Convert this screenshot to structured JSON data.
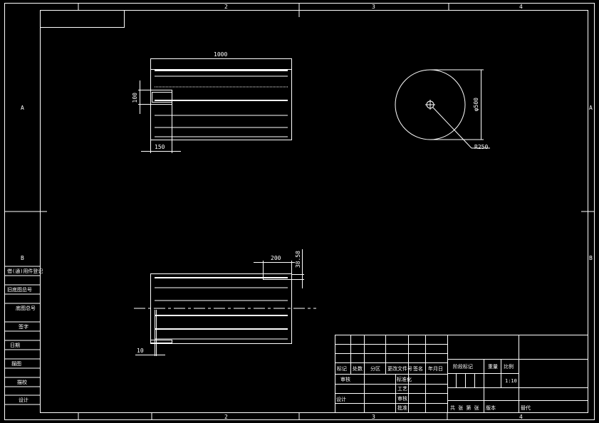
{
  "drawing": {
    "background": "#000000",
    "line_color": "#ffffff",
    "border": {
      "top_zones": [
        "2",
        "3",
        "4"
      ],
      "bottom_zones": [
        "2",
        "3",
        "4"
      ],
      "left_zones": [
        "A",
        "B"
      ],
      "right_zones": [
        "A",
        "B"
      ]
    },
    "front_view": {
      "dim_length": "1000",
      "dim_height": "100",
      "dim_offset": "150"
    },
    "side_view": {
      "dim_diameter": "φ500",
      "dim_radius": "R250"
    },
    "section_view": {
      "dim_slot_length": "200",
      "dim_slot_height": "38.58",
      "dim_edge": "10"
    },
    "left_column": {
      "items": [
        "借(通)用件登记",
        "旧底图总号",
        "底图总号",
        "签字",
        "日期",
        "描图",
        "描校",
        "设计",
        "B"
      ]
    },
    "title_block": {
      "header_row": [
        "标记",
        "处数",
        "分区",
        "更改文件号",
        "签名",
        "年月日"
      ],
      "left_labels": [
        "设计",
        "审核",
        "工艺",
        "标准化",
        "批准"
      ],
      "middle_labels": [
        "标准化",
        "工艺",
        "审核",
        "批准"
      ],
      "stage_label": "阶段标记",
      "weight_label": "重量",
      "scale_label": "比例",
      "scale_value": "1:10",
      "sheets_label": "共 张 第 张",
      "version_label": "版本",
      "replace_label": "替代"
    }
  }
}
